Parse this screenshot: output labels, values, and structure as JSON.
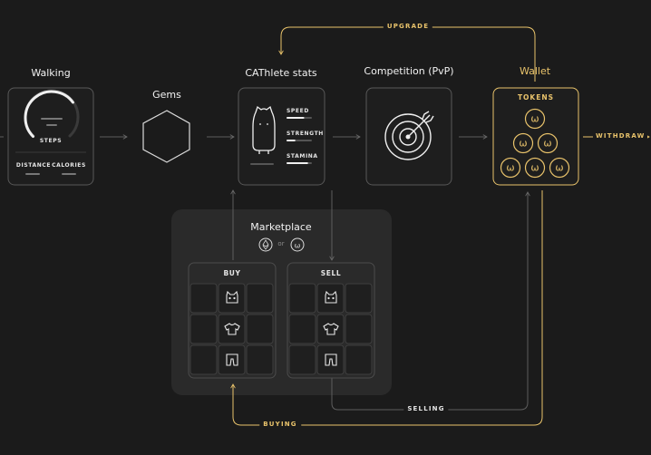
{
  "walking": {
    "title": "Walking",
    "steps_label": "STEPS",
    "distance_label": "DISTANCE",
    "calories_label": "CALORIES",
    "steps_progress": 0.7
  },
  "gems": {
    "title": "Gems"
  },
  "cathlete": {
    "title": "CAThlete stats",
    "stats": [
      {
        "label": "SPEED",
        "level": 0.7
      },
      {
        "label": "STRENGTH",
        "level": 0.35
      },
      {
        "label": "STAMINA",
        "level": 0.85
      }
    ]
  },
  "competition": {
    "title": "Competition (PvP)"
  },
  "wallet": {
    "title": "Wallet",
    "tokens_label": "TOKENS",
    "token_glyph": "ω"
  },
  "marketplace": {
    "title": "Marketplace",
    "currency_or": "or",
    "buy_label": "BUY",
    "sell_label": "SELL",
    "item_icons": [
      "cat-icon",
      "tshirt-icon",
      "shorts-icon"
    ]
  },
  "edges": {
    "upgrade": "UPGRADE",
    "withdraw": "WITHDRAW",
    "selling": "SELLING",
    "buying": "BUYING"
  },
  "colors": {
    "background": "#1b1b1b",
    "accent_gold": "#e9c36b",
    "box_stroke": "#5a5a5a",
    "arrow_grey": "#5e5e5e",
    "panel": "#2a2a2a"
  }
}
